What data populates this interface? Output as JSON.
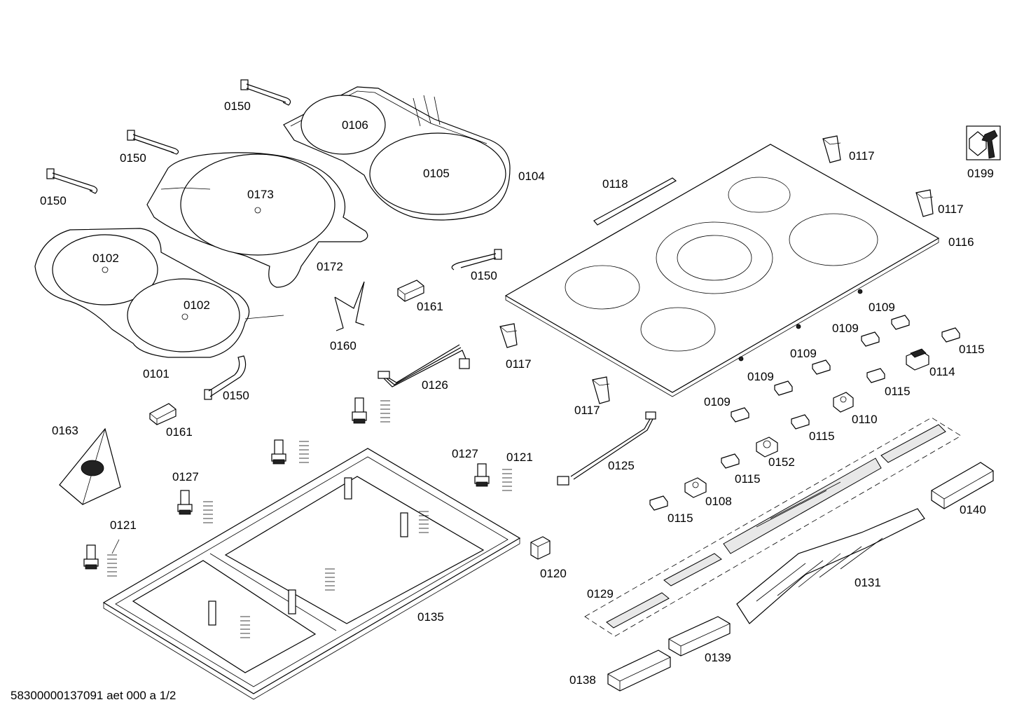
{
  "diagram": {
    "footer": "58300000137091 aet 000 a 1/2",
    "labels": {
      "p0150a": "0150",
      "p0150b": "0150",
      "p0150c": "0150",
      "p0150d": "0150",
      "p0150e": "0150",
      "p0106": "0106",
      "p0105": "0105",
      "p0104": "0104",
      "p0173": "0173",
      "p0172": "0172",
      "p0102a": "0102",
      "p0102b": "0102",
      "p0101": "0101",
      "p0160": "0160",
      "p0161a": "0161",
      "p0161b": "0161",
      "p0163": "0163",
      "p0117a": "0117",
      "p0117b": "0117",
      "p0117c": "0117",
      "p0117d": "0117",
      "p0118": "0118",
      "p0116": "0116",
      "p0199": "0199",
      "p0126": "0126",
      "p0125": "0125",
      "p0120": "0120",
      "p0127a": "0127",
      "p0127b": "0127",
      "p0121a": "0121",
      "p0121b": "0121",
      "p0135": "0135",
      "p0109a": "0109",
      "p0109b": "0109",
      "p0109c": "0109",
      "p0109d": "0109",
      "p0109e": "0109",
      "p0115a": "0115",
      "p0115b": "0115",
      "p0115c": "0115",
      "p0115d": "0115",
      "p0115e": "0115",
      "p0114": "0114",
      "p0110": "0110",
      "p0152": "0152",
      "p0108": "0108",
      "p0140": "0140",
      "p0131": "0131",
      "p0129": "0129",
      "p0139": "0139",
      "p0138": "0138"
    }
  }
}
